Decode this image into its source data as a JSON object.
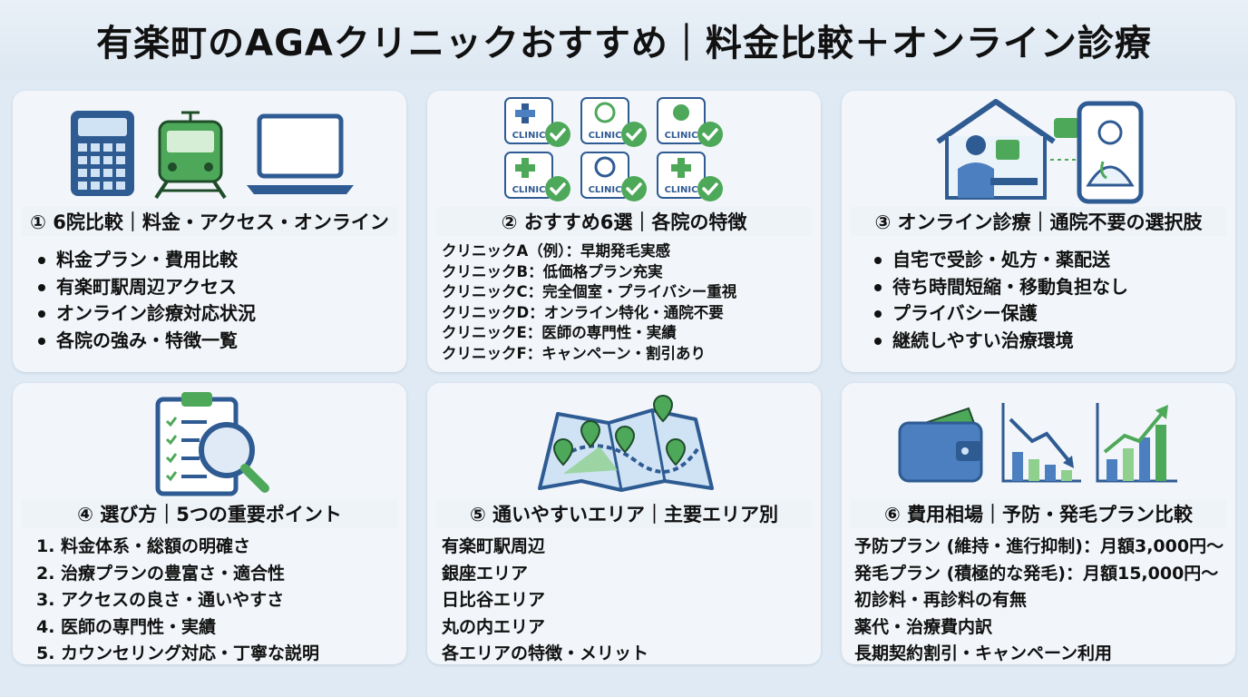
{
  "title": "有楽町のAGAクリニックおすすめ｜料金比較＋オンライン診療",
  "cards": [
    {
      "heading": "① 6院比較｜料金・アクセス・オンライン",
      "icons": [
        "calculator-icon",
        "train-icon",
        "laptop-icon"
      ],
      "items": [
        "料金プラン・費用比較",
        "有楽町駅周辺アクセス",
        "オンライン診療対応状況",
        "各院の強み・特徴一覧"
      ]
    },
    {
      "heading": "② おすすめ6選｜各院の特徴",
      "badge_label": "CLINIC",
      "items": [
        "クリニックA（例）：早期発毛実感",
        "クリニックB：低価格プラン充実",
        "クリニックC：完全個室・プライバシー重視",
        "クリニックD：オンライン特化・通院不要",
        "クリニックE：医師の専門性・実績",
        "クリニックF：キャンペーン・割引あり"
      ]
    },
    {
      "heading": "③ オンライン診療｜通院不要の選択肢",
      "icons": [
        "house-icon",
        "video-call-icon",
        "doctor-icon"
      ],
      "items": [
        "自宅で受診・処方・薬配送",
        "待ち時間短縮・移動負担なし",
        "プライバシー保護",
        "継続しやすい治療環境"
      ]
    },
    {
      "heading": "④ 選び方｜5つの重要ポイント",
      "icons": [
        "checklist-clipboard-icon",
        "magnifier-icon"
      ],
      "items": [
        "1. 料金体系・総額の明確さ",
        "2. 治療プランの豊富さ・適合性",
        "3. アクセスの良さ・通いやすさ",
        "4. 医師の専門性・実績",
        "5. カウンセリング対応・丁寧な説明"
      ]
    },
    {
      "heading": "⑤ 通いやすいエリア｜主要エリア別",
      "icons": [
        "map-icon",
        "location-pin-icon"
      ],
      "items": [
        "有楽町駅周辺",
        "銀座エリア",
        "日比谷エリア",
        "丸の内エリア",
        "各エリアの特徴・メリット"
      ]
    },
    {
      "heading": "⑥ 費用相場｜予防・発毛プラン比較",
      "icons": [
        "wallet-icon",
        "chart-down-icon",
        "chart-up-icon"
      ],
      "items": [
        "予防プラン (維持・進行抑制)：月額3,000円～",
        "発毛プラン (積極的な発毛)：月額15,000円～",
        "初診料・再診料の有無",
        "薬代・治療費内訳",
        "長期契約割引・キャンペーン利用"
      ]
    }
  ],
  "colors": {
    "navy": "#2f5b93",
    "blue": "#4b7fc0",
    "green": "#4ea85a",
    "light_green": "#8fd08e",
    "background": "#dfeaf4"
  }
}
